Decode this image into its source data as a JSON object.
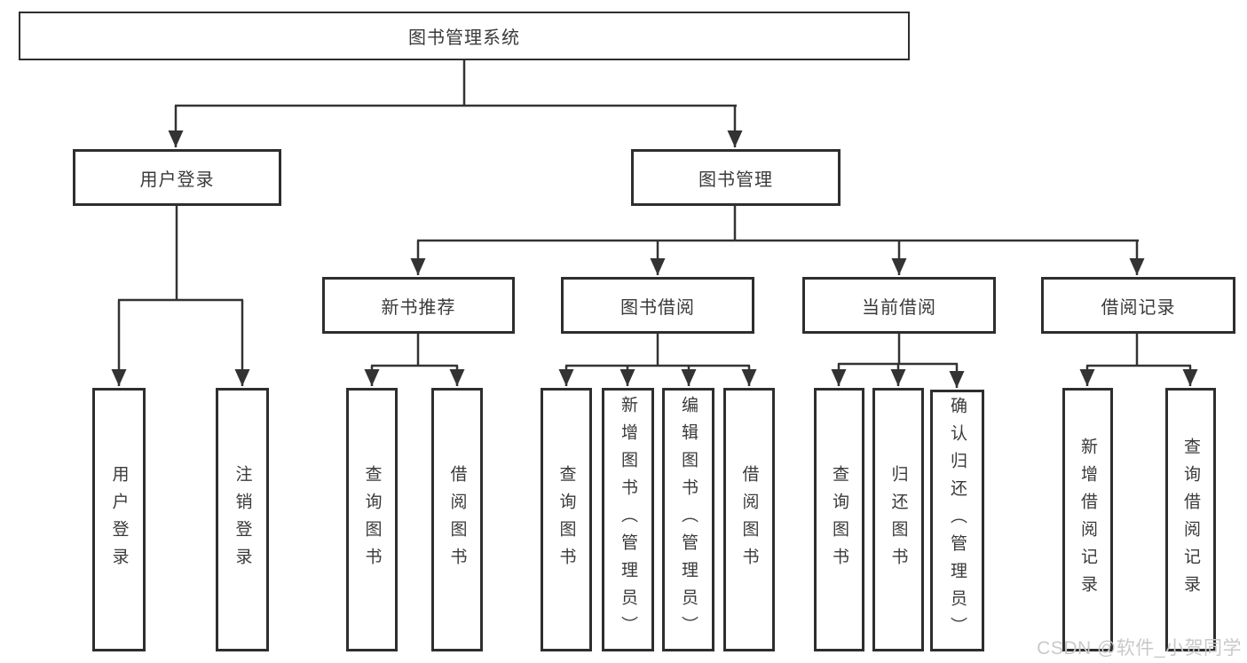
{
  "tree": {
    "label": "图书管理系统",
    "children": [
      {
        "label": "用户登录",
        "children": [
          {
            "label": "用户登录"
          },
          {
            "label": "注销登录"
          }
        ]
      },
      {
        "label": "图书管理",
        "children": [
          {
            "label": "新书推荐",
            "children": [
              {
                "label": "查询图书"
              },
              {
                "label": "借阅图书"
              }
            ]
          },
          {
            "label": "图书借阅",
            "children": [
              {
                "label": "查询图书"
              },
              {
                "label": "新增图书（管理员）"
              },
              {
                "label": "编辑图书（管理员）"
              },
              {
                "label": "借阅图书"
              }
            ]
          },
          {
            "label": "当前借阅",
            "children": [
              {
                "label": "查询图书"
              },
              {
                "label": "归还图书"
              },
              {
                "label": "确认归还（管理员）"
              }
            ]
          },
          {
            "label": "借阅记录",
            "children": [
              {
                "label": "新增借阅记录"
              },
              {
                "label": "查询借阅记录"
              }
            ]
          }
        ]
      }
    ]
  },
  "watermark": {
    "text": "CSDN @软件_小贺同学"
  },
  "colors": {
    "line": "#333333",
    "box_border": "#2e2e2e",
    "text": "#3a3a3a",
    "background": "#ffffff",
    "watermark": "#c9c9c9"
  }
}
